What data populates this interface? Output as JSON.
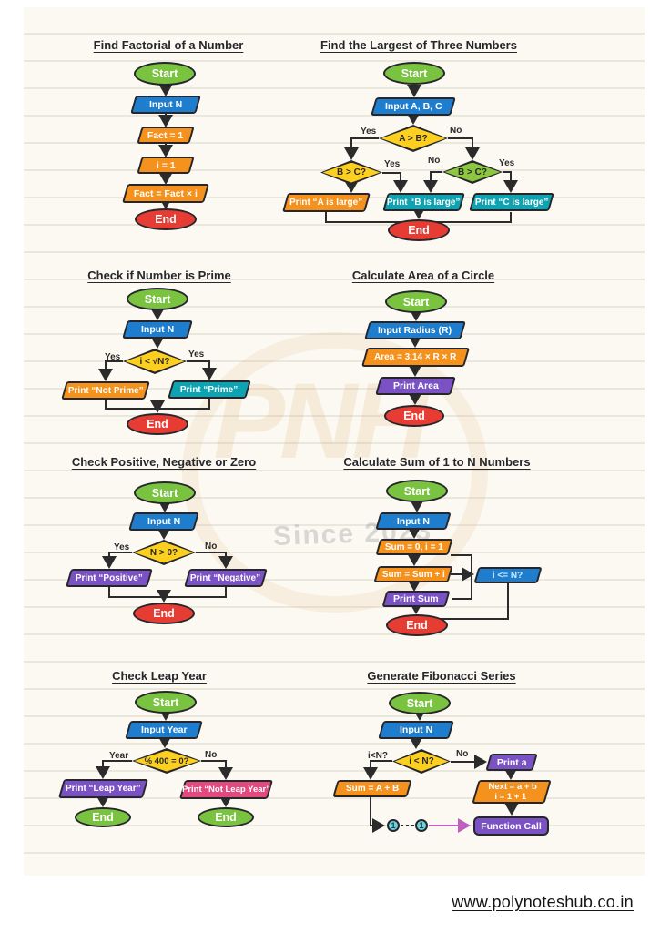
{
  "page": {
    "footer_url": "www.polynoteshub.co.in",
    "watermark_logo": "PNH",
    "watermark_since": "Since 2023"
  },
  "colors": {
    "start_green": "#79c340",
    "io_blue": "#1e7ecd",
    "process_orange": "#f5921e",
    "decision_yellow": "#fdd020",
    "decision_green": "#8dc63f",
    "output_teal": "#0fa3b1",
    "output_purple": "#7a52c4",
    "output_pink": "#e2497f",
    "end_red": "#e63c33",
    "connector_cyan": "#6fd0de",
    "call_arrow_pink": "#c05fc0",
    "outline": "#26262b"
  },
  "charts": [
    {
      "title": "Find Factorial of a Number",
      "nodes": {
        "start": "Start",
        "input": "Input N",
        "fact": "Fact = 1",
        "i": "i = 1",
        "mult": "Fact = Fact × i",
        "end": "End"
      }
    },
    {
      "title": "Find the Largest of Three Numbers",
      "nodes": {
        "start": "Start",
        "input": "Input A, B, C",
        "cond1": "A > B?",
        "cond2": "B > C?",
        "cond3": "B > C?",
        "printA": "Print “A is large”",
        "printB": "Print “B is large”",
        "printC": "Print “C is large”",
        "end": "End"
      },
      "labels": {
        "yes1": "Yes",
        "no1": "No",
        "yes2": "Yes",
        "no2": "No",
        "yes3": "Yes"
      }
    },
    {
      "title": "Check if Number is Prime",
      "nodes": {
        "start": "Start",
        "input": "Input N",
        "cond": "i < √N?",
        "printNot": "Print “Not Prime”",
        "printPrime": "Print “Prime”",
        "end": "End"
      },
      "labels": {
        "yesL": "Yes",
        "yesR": "Yes"
      }
    },
    {
      "title": "Calculate Area of a Circle",
      "nodes": {
        "start": "Start",
        "input": "Input Radius (R)",
        "area": "Area = 3.14 × R × R",
        "print": "Print Area",
        "end": "End"
      }
    },
    {
      "title": "Check Positive, Negative or Zero",
      "nodes": {
        "start": "Start",
        "input": "Input N",
        "cond": "N > 0?",
        "printPos": "Print “Positive”",
        "printNeg": "Print “Negative”",
        "end": "End"
      },
      "labels": {
        "yes": "Yes",
        "no": "No"
      }
    },
    {
      "title": "Calculate Sum of 1 to N Numbers",
      "nodes": {
        "start": "Start",
        "input": "Input N",
        "init": "Sum = 0, i = 1",
        "add": "Sum = Sum + i",
        "cond": "i <= N?",
        "print": "Print Sum",
        "end": "End"
      }
    },
    {
      "title": "Check Leap Year",
      "nodes": {
        "start": "Start",
        "input": "Input Year",
        "cond": "% 400 = 0?",
        "printLeap": "Print “Leap Year”",
        "printNot": "Print “Not Leap Year”",
        "end1": "End",
        "end2": "End"
      },
      "labels": {
        "year": "Year",
        "no": "No"
      }
    },
    {
      "title": "Generate Fibonacci Series",
      "nodes": {
        "start": "Start",
        "input": "Input N",
        "cond": "i < N?",
        "printa": "Print a",
        "sum": "Sum = A + B",
        "next1": "Next = a + b",
        "next2": "i = 1 + 1",
        "func": "Function Call",
        "c1": "1",
        "c2": "1"
      },
      "labels": {
        "cond_left": "i<N?",
        "no": "No"
      }
    }
  ]
}
